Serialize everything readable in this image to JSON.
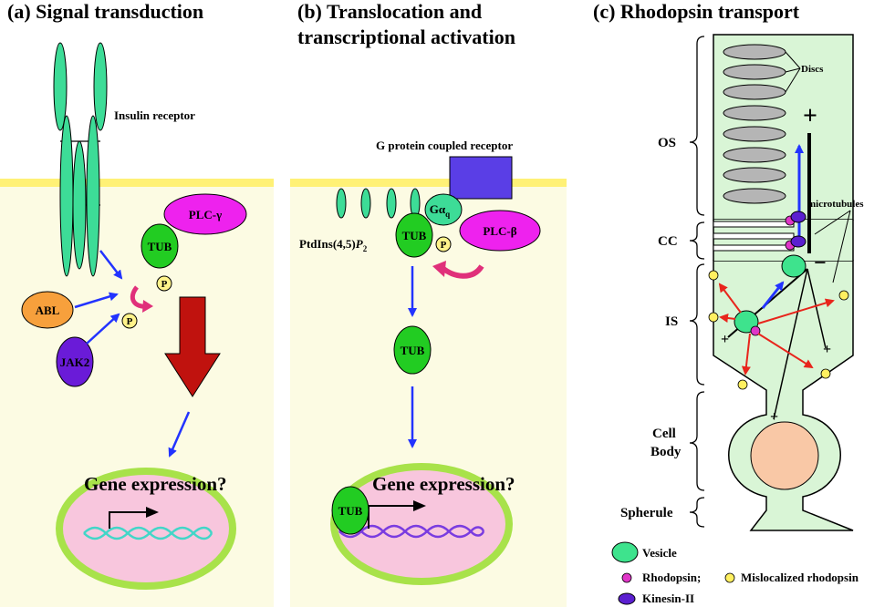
{
  "panels": {
    "a": {
      "title": "(a)  Signal  transduction",
      "insulin_receptor": "Insulin  receptor",
      "plc_gamma": "PLC-γ",
      "tub": "TUB",
      "p": "P",
      "abl": "ABL",
      "jak2": "JAK2",
      "gene_expression": "Gene expression?"
    },
    "b": {
      "title_line1": "(b)  Translocation  and",
      "title_line2": "transcriptional  activation",
      "gpcr": "G  protein  coupled  receptor",
      "galpha": "Gα",
      "galpha_sub": "q",
      "plc_beta": "PLC-β",
      "pip2": "PtdIns(4,5)",
      "pip2_italic": "P",
      "pip2_sub": "2",
      "tub": "TUB",
      "p": "P",
      "gene_expression": "Gene  expression?"
    },
    "c": {
      "title": "(c)  Rhodopsin  transport",
      "discs": "Discs",
      "plus": "+",
      "minus": "−",
      "microtubules": "microtubules",
      "os": "OS",
      "cc": "CC",
      "is": "IS",
      "cell": "Cell",
      "body": "Body",
      "spherule": "Spherule"
    }
  },
  "legend": {
    "vesicle": "Vesicle",
    "rhodopsin": "Rhodopsin;",
    "mislocalized": "Mislocalized rhodopsin",
    "kinesin": "Kinesin-II"
  },
  "colors": {
    "cytoplasm": "#fcfbe3",
    "membrane": "#fff176",
    "receptor_green": "#3ddc97",
    "tub_green": "#22cc22",
    "plc_magenta": "#ee22ee",
    "abl_orange": "#f7a03c",
    "jak2_purple": "#6a1bd8",
    "p_yellow": "#fff38a",
    "big_arrow_red": "#c0120e",
    "nucleus_fill": "#f8c6dd",
    "nucleus_ring": "#a8e24a",
    "dna_cyan": "#43d6c8",
    "dna_purple": "#7a3ce0",
    "gpcr_blue": "#5a3ee6",
    "cell_green": "#d9f5d6",
    "disc_grey": "#b5b5b5",
    "vesicle_green": "#3ee38d",
    "nucleus_peach": "#f9c8a6",
    "rhodopsin_magenta": "#e036c8",
    "mislocalized_yellow": "#fff060",
    "kinesin_purple": "#5b1fd0",
    "arrow_blue": "#2233ff",
    "arrow_red": "#e8251c"
  }
}
